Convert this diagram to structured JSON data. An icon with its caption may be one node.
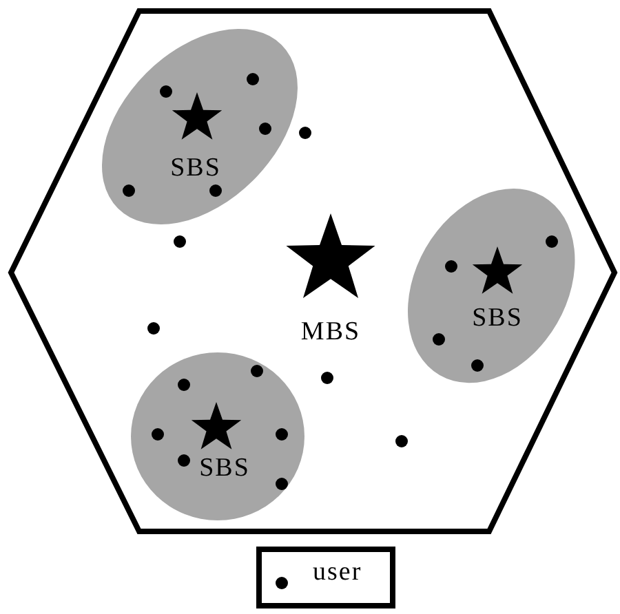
{
  "diagram": {
    "nodes": [
      {
        "text": [
          "SBS"
        ]
      },
      {
        "text": [
          "MBS"
        ]
      },
      {
        "text": [
          "SBS"
        ]
      },
      {
        "text": [
          "SBS"
        ]
      }
    ],
    "legend": [
      {
        "text": "user"
      }
    ]
  }
}
